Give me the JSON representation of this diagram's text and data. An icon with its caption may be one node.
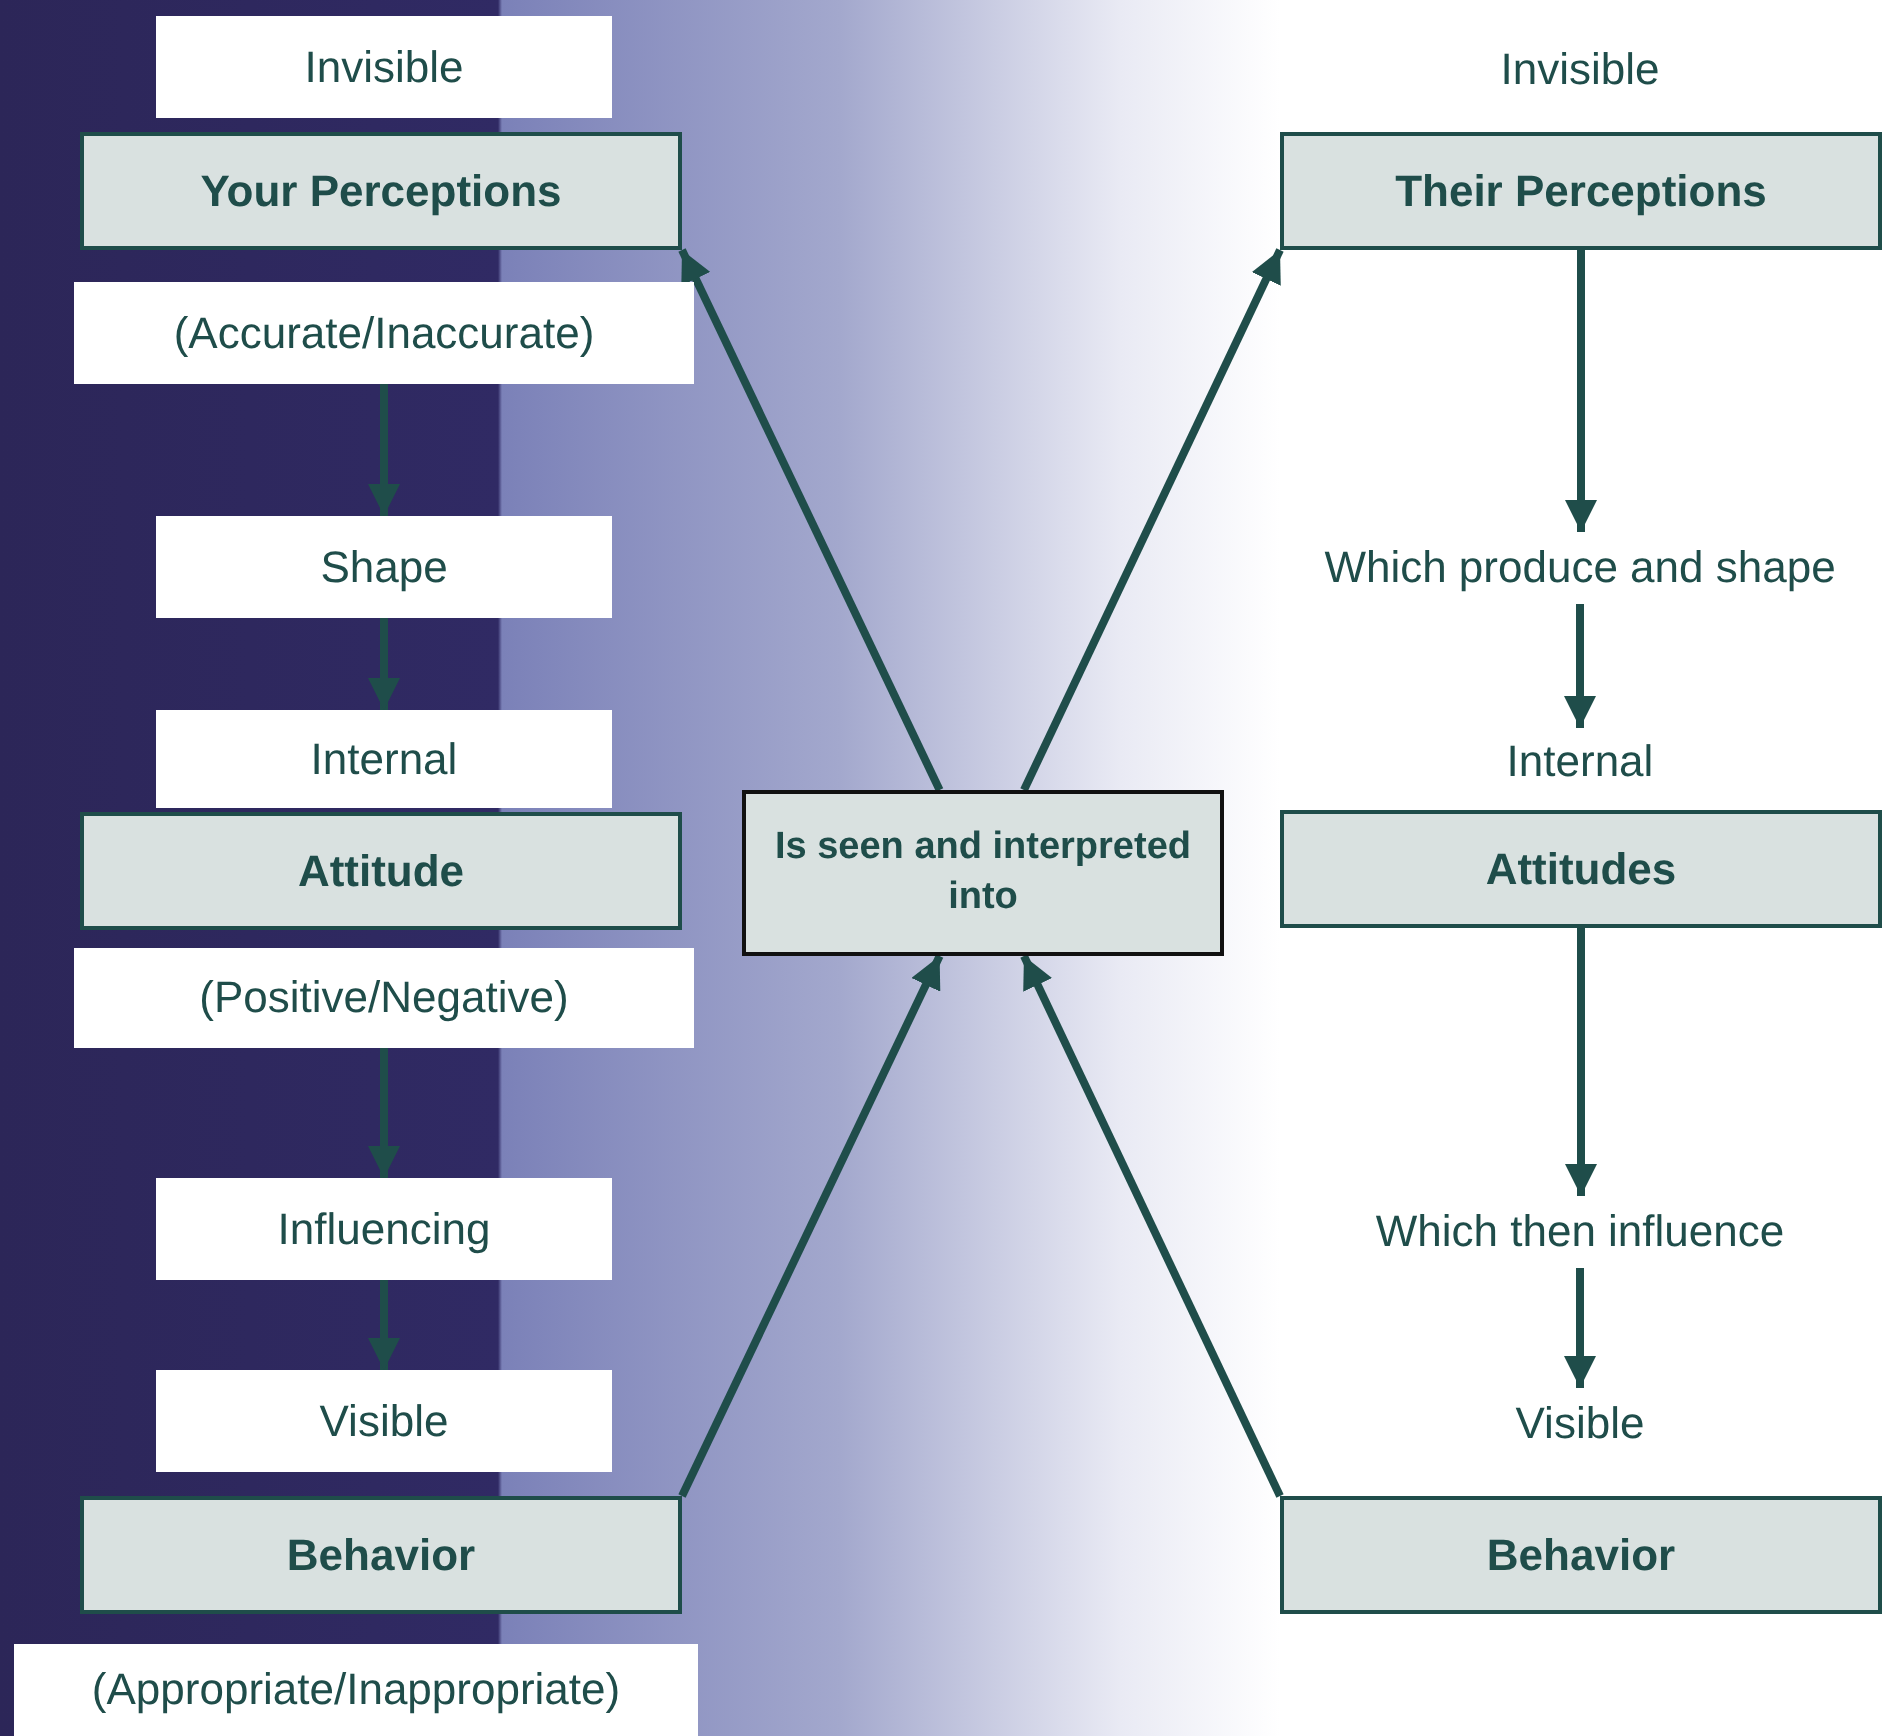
{
  "diagram": {
    "nodes": [
      {
        "text": [
          "Invisible"
        ]
      },
      {
        "text": [
          "Your Perceptions"
        ]
      },
      {
        "text": [
          "(Accurate/Inaccurate)"
        ]
      },
      {
        "text": [
          "Shape"
        ]
      },
      {
        "text": [
          "Internal"
        ]
      },
      {
        "text": [
          "Attitude"
        ]
      },
      {
        "text": [
          "(Positive/Negative)"
        ]
      },
      {
        "text": [
          "Influencing"
        ]
      },
      {
        "text": [
          "Visible"
        ]
      },
      {
        "text": [
          "Behavior"
        ]
      },
      {
        "text": [
          "(Appropriate/Inappropriate)"
        ]
      },
      {
        "text": [
          "Their Perceptions"
        ]
      },
      {
        "text": [
          "Which produce and shape"
        ]
      },
      {
        "text": [
          "Internal"
        ]
      },
      {
        "text": [
          "Attitudes"
        ]
      },
      {
        "text": [
          "Which then influence"
        ]
      },
      {
        "text": [
          "Visible"
        ]
      },
      {
        "text": [
          "Behavior"
        ]
      },
      {
        "text": [
          "Is seen and interpreted into"
        ]
      }
    ],
    "edges": [
      {
        "from": 2,
        "to": 3,
        "arrow": "to"
      },
      {
        "from": 3,
        "to": 4,
        "arrow": "to"
      },
      {
        "from": 6,
        "to": 7,
        "arrow": "to"
      },
      {
        "from": 7,
        "to": 8,
        "arrow": "to"
      },
      {
        "from": 11,
        "to": 12,
        "arrow": "to"
      },
      {
        "from": 12,
        "to": 13,
        "arrow": "to"
      },
      {
        "from": 14,
        "to": 15,
        "arrow": "to"
      },
      {
        "from": 15,
        "to": 16,
        "arrow": "to"
      },
      {
        "from": 9,
        "to": 18,
        "arrow": "to"
      },
      {
        "from": 17,
        "to": 18,
        "arrow": "to"
      },
      {
        "from": 18,
        "to": 1,
        "arrow": "to"
      },
      {
        "from": 18,
        "to": 11,
        "arrow": "to"
      }
    ],
    "labels": [
      "Invisible"
    ]
  }
}
